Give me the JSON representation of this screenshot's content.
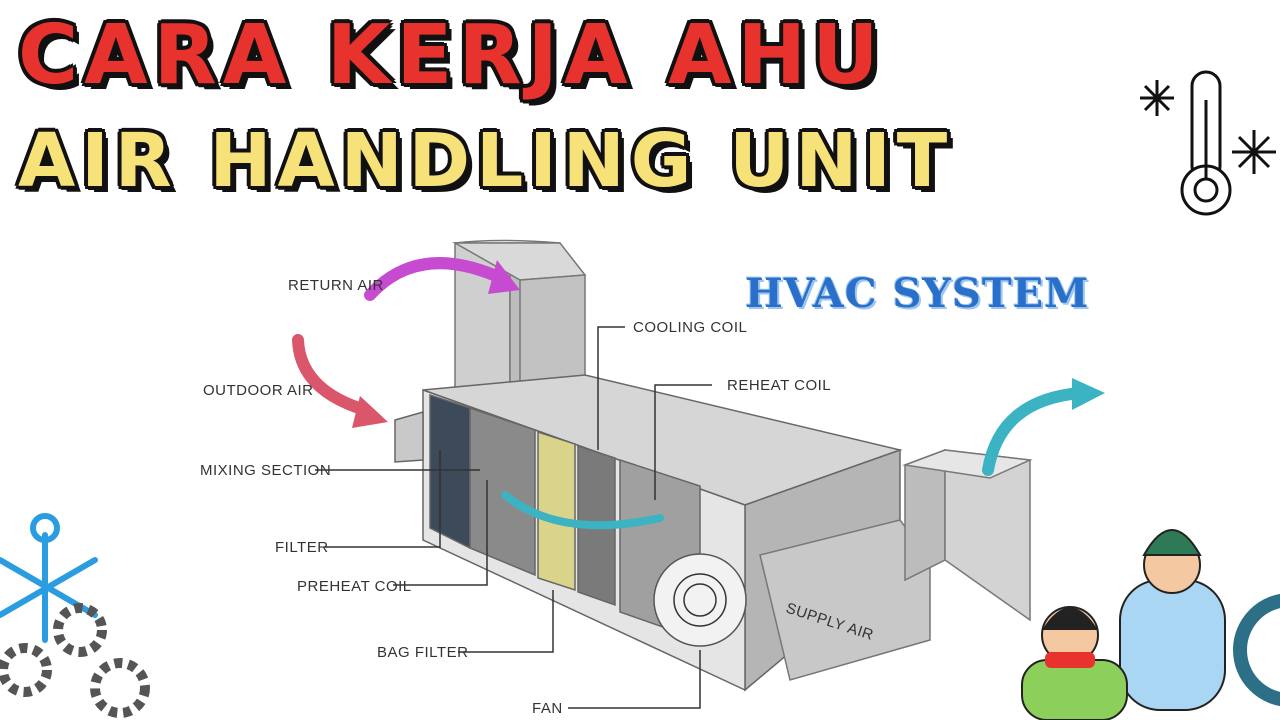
{
  "title": {
    "line1": "CARA KERJA AHU",
    "line2": "AIR HANDLING UNIT"
  },
  "subtitle": "HVAC SYSTEM",
  "labels": {
    "return_air": "RETURN AIR",
    "outdoor_air": "OUTDOOR AIR",
    "mixing_section": "MIXING SECTION",
    "filter": "FILTER",
    "preheat_coil": "PREHEAT COIL",
    "bag_filter": "BAG FILTER",
    "fan": "FAN",
    "cooling_coil": "COOLING COIL",
    "reheat_coil": "REHEAT COIL",
    "supply_air": "SUPPLY AIR"
  },
  "colors": {
    "title_red": "#e8322d",
    "title_yellow": "#f7e27a",
    "hvac_blue": "#2a6fc9",
    "return_arrow": "#c64bd0",
    "outdoor_arrow": "#d9566b",
    "supply_arrow": "#3bb3c3",
    "snow_blue": "#2a9de0"
  },
  "icons": [
    "thermometer-icon",
    "snowflake-icon",
    "gear-icon"
  ]
}
